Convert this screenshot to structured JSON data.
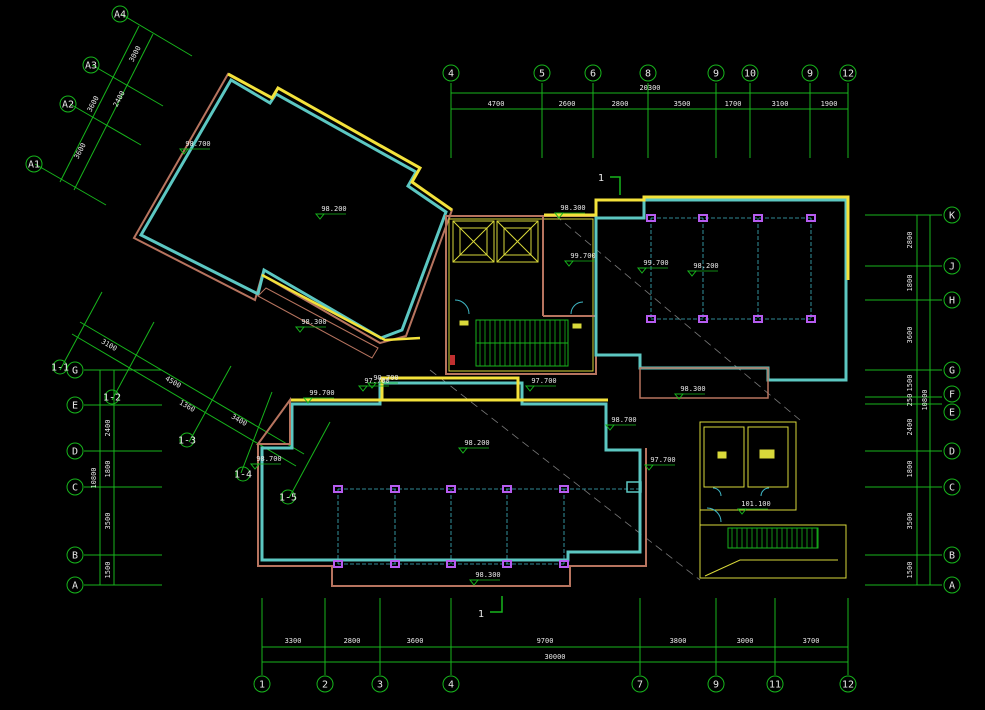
{
  "colors": {
    "background": "#000000",
    "grid": "#17b51c",
    "wall_cyan": "#5cc7c2",
    "wall_yellow": "#f3e23b",
    "wall_brown": "#b7745f",
    "column": "#b65cf0",
    "fixture": "#d9d93a",
    "text": "#e8e8e8"
  },
  "top_axes": [
    "4",
    "5",
    "6",
    "8",
    "9",
    "10",
    "9",
    "12"
  ],
  "top_dims": [
    "4700",
    "2600",
    "2800",
    "3500",
    "1700",
    "3100",
    "1900"
  ],
  "top_total": "20300",
  "bottom_axes": [
    "1",
    "2",
    "3",
    "4",
    "7",
    "9",
    "11",
    "12"
  ],
  "bottom_dims": [
    "3300",
    "2800",
    "3600",
    "9700",
    "3800",
    "3000",
    "3700"
  ],
  "bottom_total": "30000",
  "right_axes": [
    "K",
    "J",
    "H",
    "G",
    "F",
    "E",
    "D",
    "C",
    "B",
    "A"
  ],
  "right_dims": [
    "2800",
    "1800",
    "3600",
    "1500",
    "250",
    "2400",
    "1800",
    "3500",
    "1500"
  ],
  "right_total": "10800",
  "left_axes": [
    "G",
    "E",
    "D",
    "C",
    "B",
    "A"
  ],
  "left_dims": [
    "2400",
    "1800",
    "3500",
    "1500"
  ],
  "left_total": "10800",
  "rot_axes": [
    "A4",
    "A3",
    "A2",
    "A1"
  ],
  "rot_dims": [
    "3000",
    "2400",
    "3600",
    "3600"
  ],
  "diag_axes": [
    "1-1",
    "1-2",
    "1-3",
    "1-4",
    "1-5"
  ],
  "diag_dims": [
    "3100",
    "4500",
    "1360",
    "3400"
  ],
  "elevations": [
    "98.700",
    "98.200",
    "98.300",
    "99.700",
    "98.300",
    "99.700",
    "98.200",
    "99.700",
    "98.300",
    "97.700",
    "97.700",
    "99.700",
    "98.700",
    "98.200",
    "97.700",
    "98.700",
    "98.300",
    "101.100"
  ],
  "section_labels": [
    "1",
    "1"
  ]
}
